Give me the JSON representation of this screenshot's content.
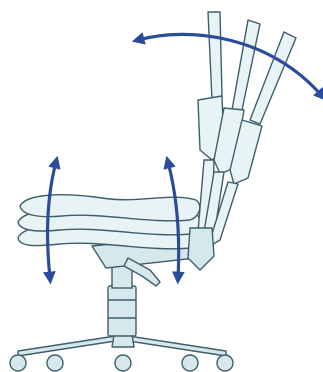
{
  "colors": {
    "chair_fill": "#d6e8ec",
    "chair_fill_light": "#e8f3f5",
    "chair_stroke": "#3f5f6b",
    "arrow": "#2b4b9b"
  },
  "diagram": {
    "subject": "office-chair",
    "adjustments": [
      {
        "name": "backrest-tilt",
        "direction": "rotate"
      },
      {
        "name": "seat-front-height",
        "direction": "vertical"
      },
      {
        "name": "seat-rear-height",
        "direction": "vertical"
      },
      {
        "name": "seat-height-lever",
        "direction": "vertical"
      }
    ],
    "backrest_positions": 3,
    "seat_positions": 3,
    "base_casters_visible": 5
  }
}
